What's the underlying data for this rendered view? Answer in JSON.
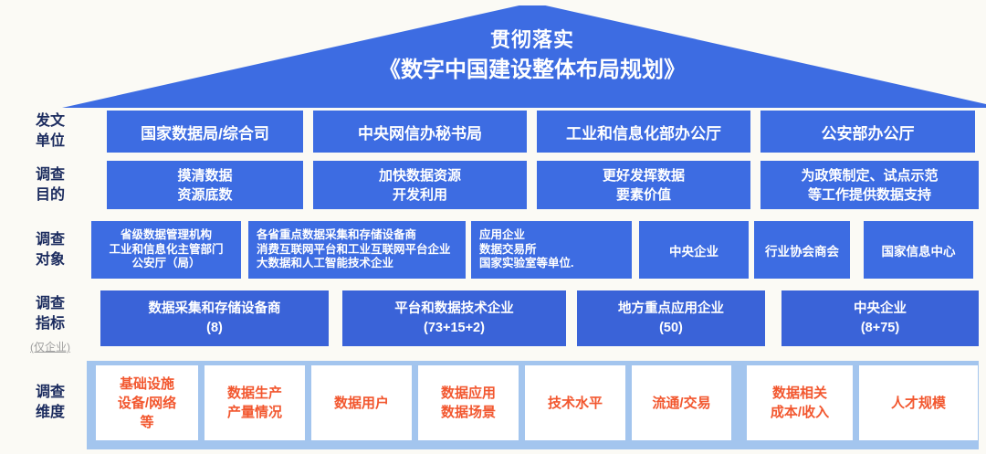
{
  "title": {
    "line1": "贯彻落实",
    "line2": "《数字中国建设整体布局规划》"
  },
  "colors": {
    "roof_and_box_blue": "#3D6CE2",
    "indicator_blue": "#3A63D8",
    "panel_light_blue": "#A3C5EE",
    "dimension_orange": "#F2572F",
    "label_navy": "#1B2B5E",
    "note_gray": "#9E9E9E",
    "title_white": "#FFFFFF"
  },
  "rows": [
    {
      "id": "issuing-units",
      "label": [
        "发文",
        "单位"
      ],
      "boxes": [
        [
          "国家数据局/综合司"
        ],
        [
          "中央网信办秘书局"
        ],
        [
          "工业和信息化部办公厅"
        ],
        [
          "公安部办公厅"
        ]
      ]
    },
    {
      "id": "survey-purpose",
      "label": [
        "调查",
        "目的"
      ],
      "boxes": [
        [
          "摸清数据",
          "资源底数"
        ],
        [
          "加快数据资源",
          "开发利用"
        ],
        [
          "更好发挥数据",
          "要素价值"
        ],
        [
          "为政策制定、试点示范",
          "等工作提供数据支持"
        ]
      ]
    },
    {
      "id": "survey-targets",
      "label": [
        "调查",
        "对象"
      ],
      "boxes": [
        [
          "省级数据管理机构",
          "工业和信息化主管部门",
          "公安厅（局）"
        ],
        [
          "各省重点数据采集和存储设备商",
          "消费互联网平台和工业互联网平台企业",
          "大数据和人工智能技术企业"
        ],
        [
          "应用企业",
          "数据交易所",
          "国家实验室等单位."
        ],
        [
          "中央企业"
        ],
        [
          "行业协会商会"
        ],
        [
          "国家信息中心"
        ]
      ]
    },
    {
      "id": "survey-indicators",
      "label": [
        "调查",
        "指标"
      ],
      "sublabel": "(仅企业)",
      "boxes": [
        [
          "数据采集和存储设备商",
          "(8)"
        ],
        [
          "平台和数据技术企业",
          "(73+15+2)"
        ],
        [
          "地方重点应用企业",
          "(50)"
        ],
        [
          "中央企业",
          "(8+75)"
        ]
      ]
    },
    {
      "id": "survey-dimensions",
      "label": [
        "调查",
        "维度"
      ],
      "boxes": [
        [
          "基础设施",
          "设备/网络",
          "等"
        ],
        [
          "数据生产",
          "产量情况"
        ],
        [
          "数据用户"
        ],
        [
          "数据应用",
          "数据场景"
        ],
        [
          "技术水平"
        ],
        [
          "流通/交易"
        ],
        [
          "数据相关",
          "成本/收入"
        ],
        [
          "人才规模"
        ]
      ]
    }
  ]
}
